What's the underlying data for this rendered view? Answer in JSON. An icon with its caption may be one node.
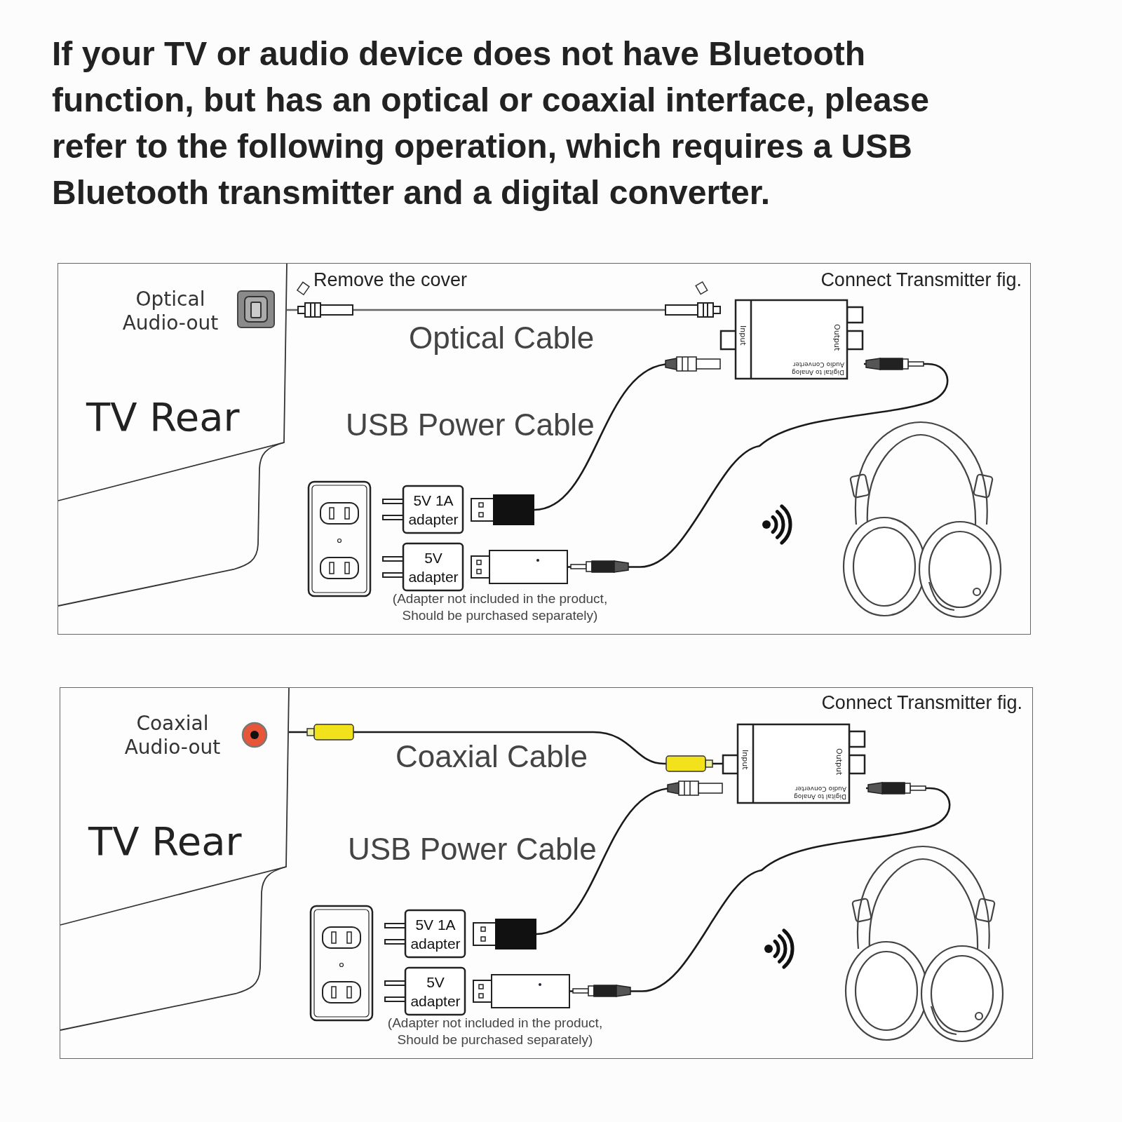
{
  "diagram": {
    "title": "If your TV or audio device does not have Bluetooth function, but has an optical or coaxial interface, please refer to the following operation, which requires a USB Bluetooth transmitter and a digital converter.",
    "nodes": [
      {
        "text": [],
        "shape": "box"
      },
      {
        "text": [
          "Optical Audio-out",
          "TV Rear"
        ],
        "in": 0
      },
      {
        "text": [
          "Input",
          "Output",
          "Digital to Analog Audio Converter"
        ],
        "in": 0
      },
      {
        "text": [
          "5V 1A adapter"
        ],
        "in": 0
      },
      {
        "text": [
          "5V adapter"
        ],
        "in": 0
      },
      {
        "text": [],
        "shape": "box",
        "in": 0
      },
      {
        "text": [],
        "shape": "box",
        "in": 0
      },
      {
        "text": [],
        "shape": "box"
      },
      {
        "text": [
          "Coaxial Audio-out",
          "TV Rear"
        ],
        "in": 7
      },
      {
        "text": [
          "Input",
          "Output",
          "Digital to Analog Audio Converter"
        ],
        "in": 7
      },
      {
        "text": [
          "5V 1A adapter"
        ],
        "in": 7
      },
      {
        "text": [
          "5V adapter"
        ],
        "in": 7
      },
      {
        "text": [],
        "shape": "box",
        "in": 7
      },
      {
        "text": [],
        "shape": "box",
        "in": 7
      }
    ],
    "edges": [
      {
        "from": 1,
        "to": 2,
        "arrow": "none",
        "color": "#666666"
      },
      {
        "from": 5,
        "to": 2,
        "arrow": "none"
      },
      {
        "from": 2,
        "to": 6,
        "arrow": "none"
      },
      {
        "from": 8,
        "to": 9,
        "arrow": "none"
      },
      {
        "from": 12,
        "to": 9,
        "arrow": "none"
      },
      {
        "from": 9,
        "to": 13,
        "arrow": "none"
      }
    ],
    "labels": [
      "Remove the cover",
      "Connect Transmitter fig.",
      "Optical Cable",
      "USB Power Cable",
      "(Adapter not included in the product, Should be purchased separately)",
      "Connect Transmitter fig.",
      "Coaxial Cable",
      "USB Power Cable",
      "(Adapter not included in the product, Should be purchased separately)"
    ]
  }
}
